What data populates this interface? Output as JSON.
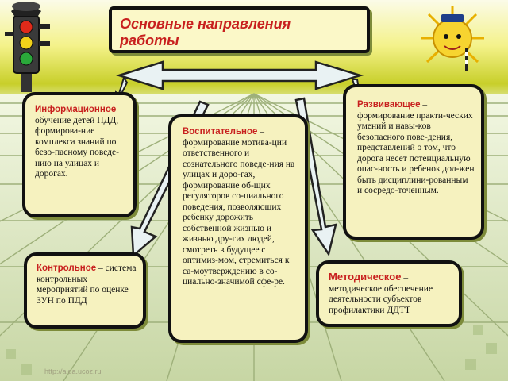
{
  "title": "Основные направления\nработы",
  "cards": {
    "informational": {
      "head": "Информационное",
      "body": " – обучение детей ПДД, формирова-ние комплекса знаний по безо-пасному поведе-нию на улицах и дорогах."
    },
    "educational": {
      "head": "Воспитательное",
      "body": " – формирование мотива-ции ответственного и сознательного поведе-ния на улицах и доро-гах, формирование об-щих регуляторов со-циального поведения, позволяющих ребенку дорожить собственной жизнью и жизнью дру-гих людей, смотреть в будущее с оптимиз-мом, стремиться к са-моутверждению в со-циально-значимой сфе-ре."
    },
    "developing": {
      "head": "Развивающее",
      "body": " – формирование практи-ческих умений и навы-ков безопасного пове-дения, представлений о том, что дорога несет потенциальную опас-ность и ребенок дол-жен быть дисциплини-рованным и сосредо-точенным."
    },
    "control": {
      "head": "Контрольное",
      "body": " – система контрольных мероприятий по оценке ЗУН по ПДД"
    },
    "methodical": {
      "head": "Методическое",
      "body": " – методическое обеспечение деятельности субъектов профилактики ДДТТ"
    }
  },
  "watermark": "http://aida.ucoz.ru",
  "icons": {
    "traffic_light": "traffic-light-icon",
    "sun_mascot": "sun-mascot-icon"
  },
  "colors": {
    "heading": "#c8201e",
    "card_fill": "#f6f2bf",
    "arrow": "#e9f2f3"
  }
}
